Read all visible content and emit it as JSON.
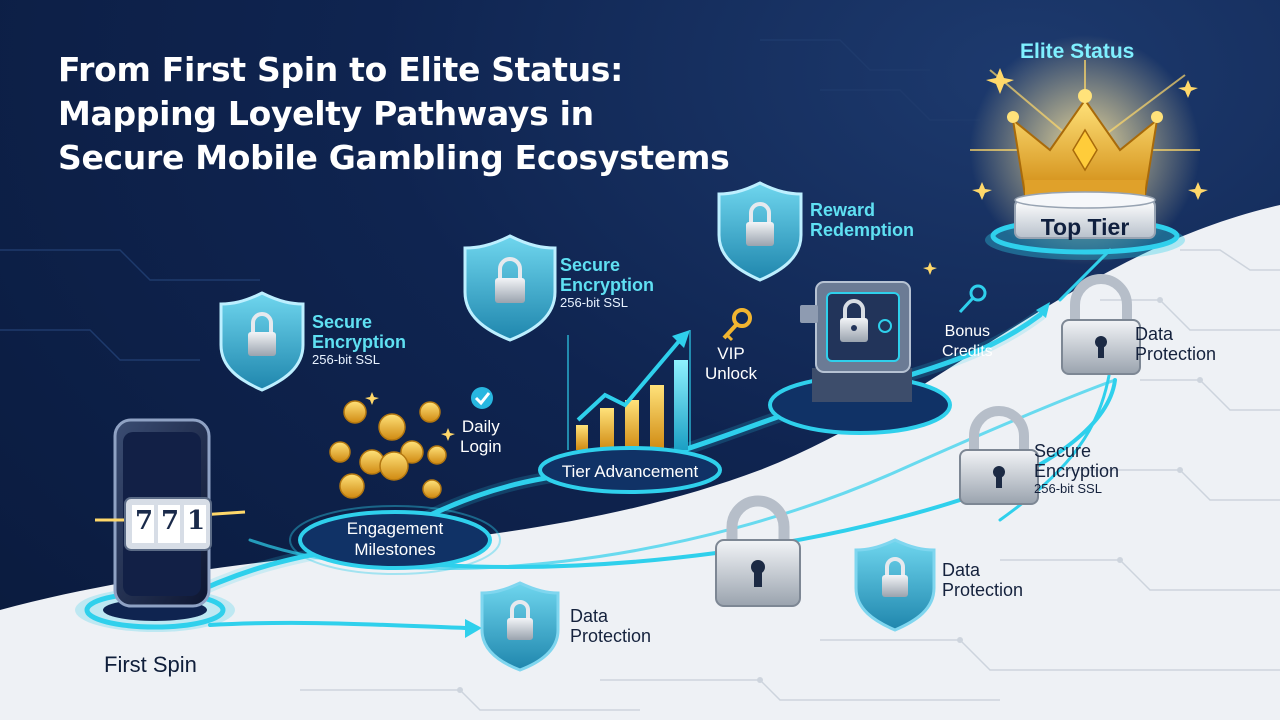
{
  "title": {
    "line1": "From First Spin to Elite Status:",
    "line2": "Mapping Loyelty Pathways in",
    "line3": "Secure Mobile Gambling Ecosystems"
  },
  "nodes": {
    "first_spin": "First Spin",
    "engagement_line1": "Engagement",
    "engagement_line2": "Milestones",
    "tier_advancement": "Tier Advancement",
    "top_tier": "Top Tier",
    "elite_status": "Elite Status"
  },
  "labels": {
    "secure_a_line1": "Secure",
    "secure_a_line2": "Encryption",
    "secure_a_sub": "256-bit SSL",
    "secure_b_line1": "Secure",
    "secure_b_line2": "Encryption",
    "secure_b_sub": "256-bit SSL",
    "reward_line1": "Reward",
    "reward_line2": "Redemption",
    "daily_line1": "Daily",
    "daily_line2": "Login",
    "vip_line1": "VIP",
    "vip_line2": "Unlock",
    "bonus_line1": "Bonus",
    "bonus_line2": "Credits",
    "dp_top_line1": "Data",
    "dp_top_line2": "Protection",
    "secure_c_line1": "Secure",
    "secure_c_line2": "Encryption",
    "secure_c_sub": "256-bit SSL",
    "dp_mid_line1": "Data",
    "dp_mid_line2": "Protection",
    "dp_bottom_line1": "Data",
    "dp_bottom_line2": "Protection"
  },
  "slot_reel": [
    "7",
    "7",
    "1"
  ],
  "colors": {
    "navy": "#0f2450",
    "cyan": "#2fd0ec",
    "shield": "#3aa9c9",
    "gold": "#f2b530",
    "silver": "#c9ced6",
    "light_ground": "#eef1f5"
  }
}
